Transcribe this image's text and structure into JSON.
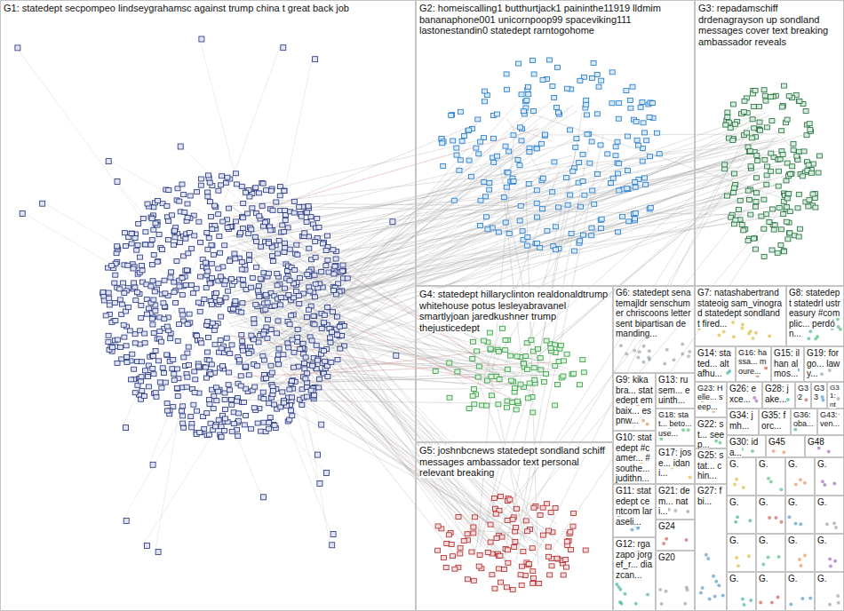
{
  "diagram": {
    "nodes": [
      {
        "text": [
          "G1: statedept secpompeo lindseygrahamsc against trump china t great back job"
        ]
      },
      {
        "text": [
          "G2: homeiscalling1 butthurtjack1 paininthe11919 lldmim bananaphone001 unicornpoop99 spaceviking111 lastonestandin0 statedept rarntogohome"
        ]
      },
      {
        "text": [
          "G3: repadamschiff drdenagrayson up sondland messages cover text breaking ambassador reveals"
        ]
      },
      {
        "text": [
          "G4: statedept hillaryclinton realdonaldtrump whitehouse potus lesleyabravanel smartlyjoan jaredkushner trump thejusticedept"
        ]
      },
      {
        "text": [
          "G5: joshnbcnews statedept sondland schiff messages ambassador text personal relevant breaking"
        ]
      },
      {
        "text": [
          "G6: statedept senatemajldr senschumer chriscoons letter sent bipartisan demanding..."
        ]
      },
      {
        "text": [
          "G7: natashabertrand stateoig sam_vinograd statedept sondland t fired..."
        ]
      },
      {
        "text": [
          "G8: statedept statedrl ustreasury #complic... perdón..."
        ]
      },
      {
        "text": [
          "G9: kikabra... statedept embaix... espnw..."
        ]
      },
      {
        "text": [
          "G13: rusem... euinth..."
        ]
      },
      {
        "text": [
          "G14: stated... altafhu..."
        ]
      },
      {
        "text": [
          "G16: hassa... moure..."
        ]
      },
      {
        "text": [
          "G15: ilhan almos..."
        ]
      },
      {
        "text": [
          "G19: forgo... lawy..."
        ]
      },
      {
        "text": [
          "G10: statedept #camer... #southe... judithn..."
        ]
      },
      {
        "text": [
          "G18: stat... beto... use..."
        ]
      },
      {
        "text": [
          "G23: Helle... seep..."
        ]
      },
      {
        "text": [
          "G26: exce..."
        ]
      },
      {
        "text": [
          "G28: jake..."
        ]
      },
      {
        "text": [
          "G32"
        ]
      },
      {
        "text": [
          "G33"
        ]
      },
      {
        "text": [
          "G31: ntn..."
        ]
      },
      {
        "text": [
          "G17: jose... idani..."
        ]
      },
      {
        "text": [
          "G22: st... seep..."
        ]
      },
      {
        "text": [
          "G34: jmh..."
        ]
      },
      {
        "text": [
          "G35: forc..."
        ]
      },
      {
        "text": [
          "G36: oba..."
        ]
      },
      {
        "text": [
          "G43: ven..."
        ]
      },
      {
        "text": [
          "G11: statedept centcom laraseli..."
        ]
      },
      {
        "text": [
          "G21: dem... nati..."
        ]
      },
      {
        "text": [
          "G25: stat... chin..."
        ]
      },
      {
        "text": [
          "G30: ida..."
        ]
      },
      {
        "text": [
          "G45"
        ]
      },
      {
        "text": [
          "G48"
        ]
      },
      {
        "text": [
          "G12: rgazapo jorgef_r... diazcan..."
        ]
      },
      {
        "text": [
          "G24"
        ]
      },
      {
        "text": [
          "G27: fbi..."
        ]
      },
      {
        "text": [
          "G20"
        ]
      },
      {
        "text": [
          "G."
        ]
      },
      {
        "text": [
          "G."
        ]
      },
      {
        "text": [
          "G."
        ]
      },
      {
        "text": [
          "G."
        ]
      },
      {
        "text": [
          "G."
        ]
      },
      {
        "text": [
          "G."
        ]
      },
      {
        "text": [
          "G."
        ]
      },
      {
        "text": [
          "G."
        ]
      },
      {
        "text": [
          "G."
        ]
      },
      {
        "text": [
          "G."
        ]
      },
      {
        "text": [
          "G."
        ]
      },
      {
        "text": [
          "G."
        ]
      },
      {
        "text": [
          "G."
        ]
      },
      {
        "text": [
          "G."
        ]
      },
      {
        "text": [
          "G."
        ]
      },
      {
        "text": [
          "G."
        ]
      }
    ]
  }
}
